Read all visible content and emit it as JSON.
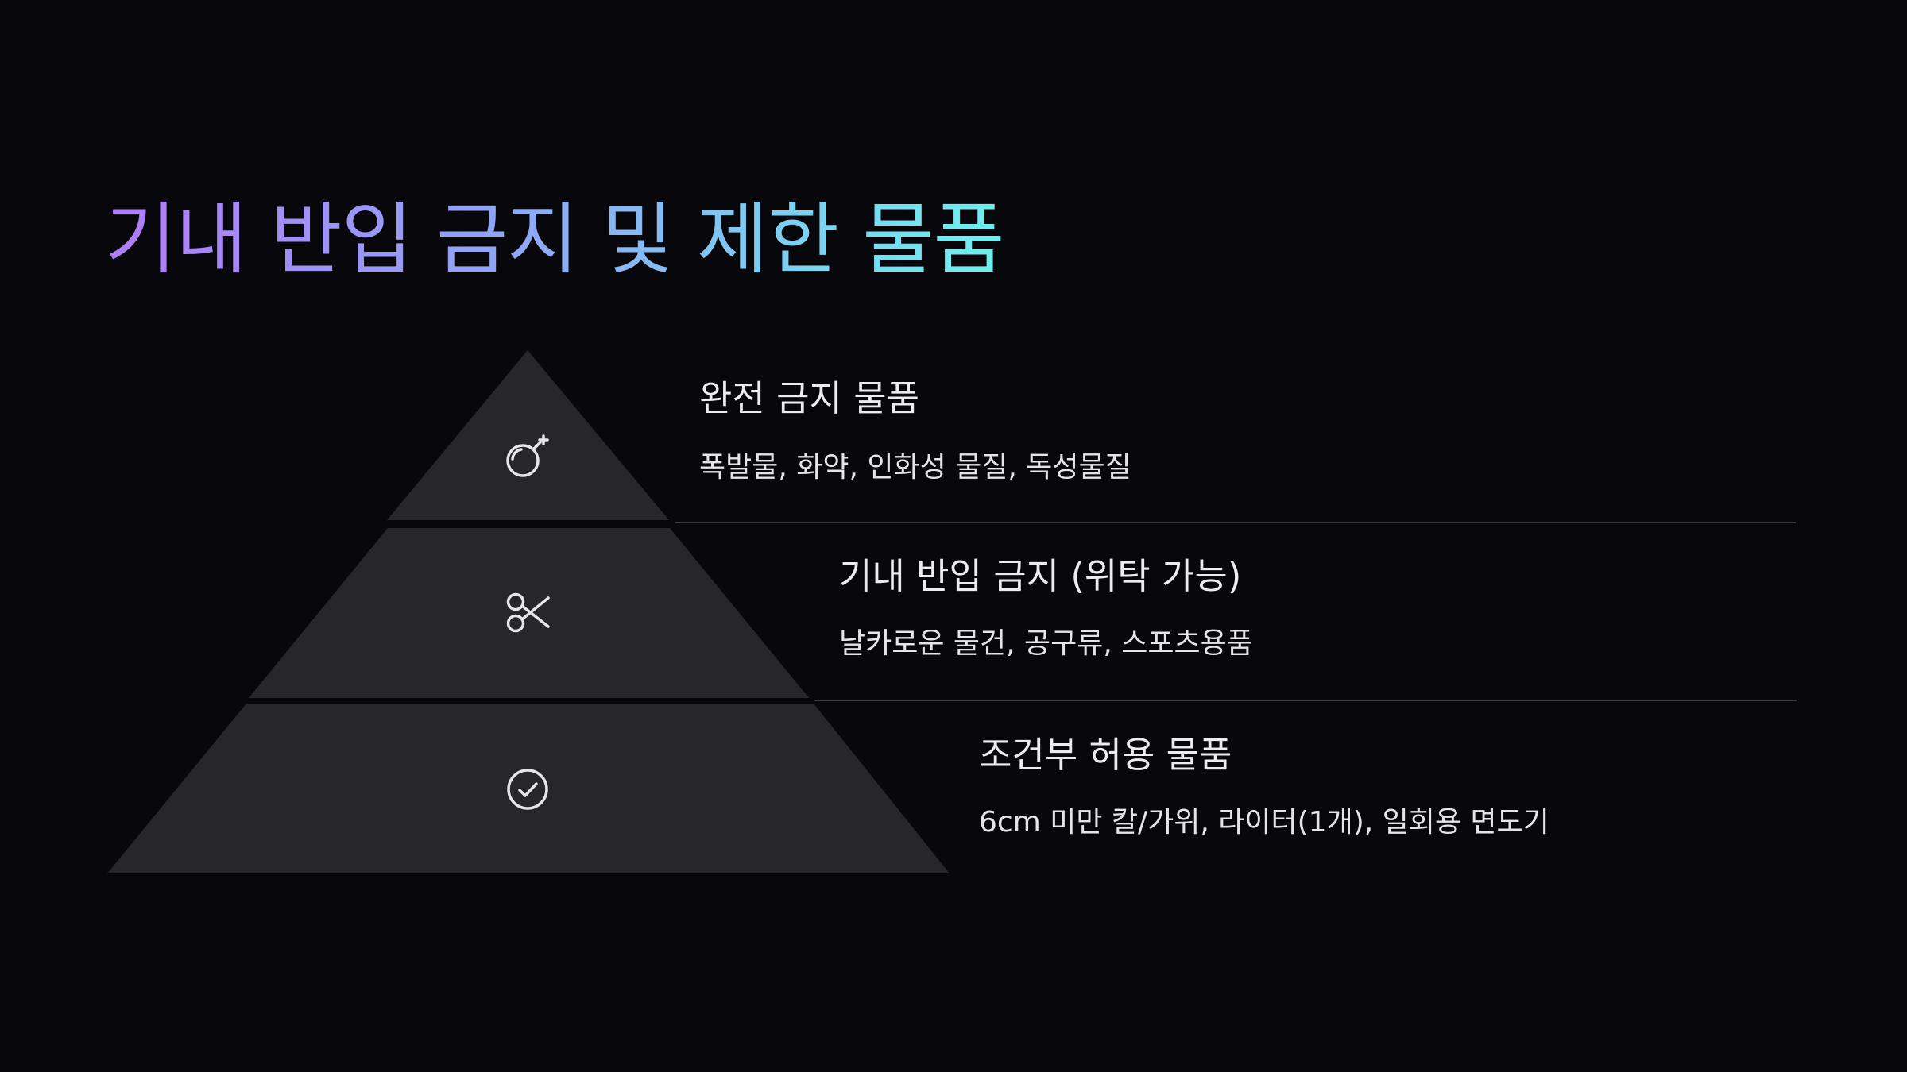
{
  "title": "기내 반입 금지 및 제한 물품",
  "colors": {
    "background": "#08080c",
    "tier_fill": "#26262b",
    "divider": "#3a3a42",
    "title_gradient": [
      "#b07cf5",
      "#8fa6f6",
      "#6ff0ee"
    ],
    "text": "#ececf0",
    "icon": "#e6e6ea"
  },
  "tiers": [
    {
      "heading": "완전 금지 물품",
      "description": "폭발물, 화약, 인화성 물질, 독성물질",
      "icon": "bomb-icon"
    },
    {
      "heading": "기내 반입 금지 (위탁 가능)",
      "description": "날카로운 물건, 공구류, 스포츠용품",
      "icon": "scissors-icon"
    },
    {
      "heading": "조건부 허용 물품",
      "description": "6cm 미만 칼/가위, 라이터(1개), 일회용 면도기",
      "icon": "check-circle-icon"
    }
  ]
}
